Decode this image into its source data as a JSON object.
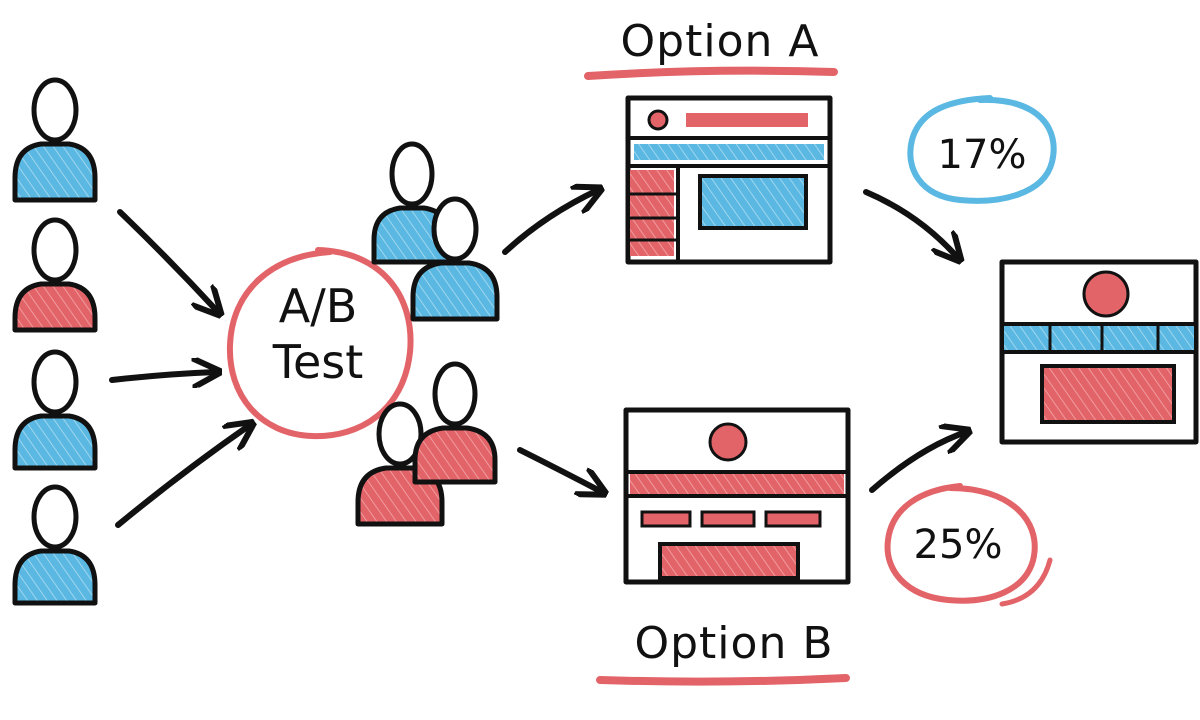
{
  "colors": {
    "ink": "#111111",
    "red": "#e36468",
    "blue": "#5ab8e2"
  },
  "center": {
    "line1": "A/B",
    "line2": "Test"
  },
  "option_a": {
    "label": "Option A",
    "result": "17%"
  },
  "option_b": {
    "label": "Option B",
    "result": "25%"
  },
  "users_column": [
    {
      "color": "blue",
      "icon": "user-icon"
    },
    {
      "color": "red",
      "icon": "user-icon"
    },
    {
      "color": "blue",
      "icon": "user-icon"
    },
    {
      "color": "blue",
      "icon": "user-icon"
    }
  ],
  "group_a": {
    "icon": "user-group-icon",
    "color": "blue"
  },
  "group_b": {
    "icon": "user-group-icon",
    "color": "red"
  },
  "winner": {
    "icon": "webpage-icon"
  }
}
